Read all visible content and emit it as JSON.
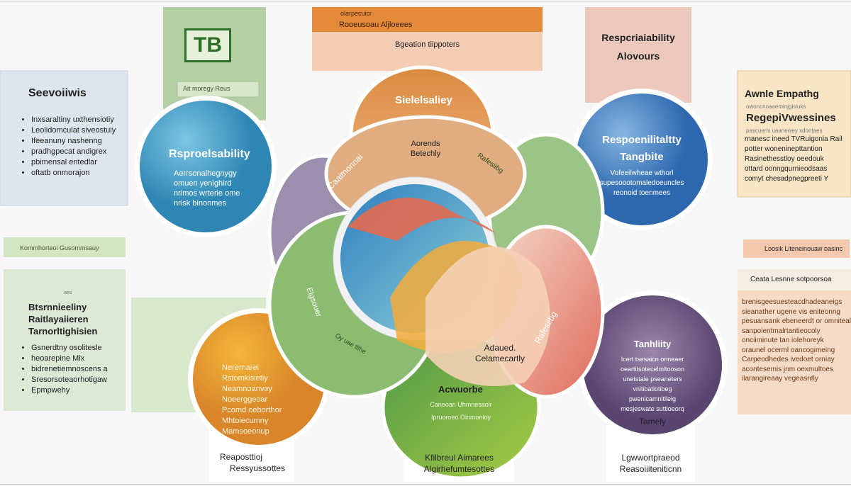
{
  "top_left_panel": {
    "logo_text": "TB",
    "label": "Ait moregy Reus"
  },
  "left_box": {
    "title": "Seevoiiwis",
    "items": [
      "Inxsaraltiny uxthensiotiy",
      "Leolidomculat siveostuiy",
      "Ifeeanuny nashenng",
      "pradhgpecat andigrex",
      "pbimensal entedlar",
      "oftatb onmorajon"
    ]
  },
  "blue_circle_left": {
    "title": "Rsproelsability",
    "lines": [
      "Aerrsonalhegnygy",
      "omuen yenighird",
      "nrimos wrterie ome",
      "nrisk binonmes"
    ]
  },
  "top_center_panel": {
    "line1": "olarpecuicr",
    "line2": "Rooeusoau Aljloeees",
    "line3": "Bgeation tiippoters"
  },
  "top_right_panel": {
    "title_line1": "Respcriaiability",
    "title_line2": "Alovours"
  },
  "blue_circle_right": {
    "title_line1": "Respoenilitaltty",
    "title_line2": "Tangbite",
    "lines": [
      "Vofeeilwheae wthorl",
      "supesoootomaledoeuncles",
      "reonoid toenmees"
    ]
  },
  "right_box": {
    "title": "Awnle Empathg",
    "subtitle": "owoncnoaaeminjgisiuks",
    "heading": "RegepiVwessines",
    "note": "pascueris uaanewey xdontaes",
    "items": [
      "rnanesc ineed TVRuigonia Rail",
      "potter woneninepttantion",
      "Rasinethesstloy oeedouk",
      "ottard oonngqurnieodsaas",
      "comyt chesadpnegpreeti Y"
    ]
  },
  "left_label": "Kommhorteoi Gusommsauy",
  "right_label": "Loosik Liteneinouaw oasinc",
  "left_lower_box": {
    "caption": "aes",
    "title_lines": [
      "Btsrnnieeliny",
      "Raitlayaiieren",
      "Tarnorltighisien"
    ],
    "items": [
      "Gsnerdtny osolitesle",
      "heoarepine Mix",
      "bidrenetiemnoscens a",
      "Sresorsoteaorhotigaw",
      "Epmpwehy"
    ]
  },
  "orange_circle": {
    "lines": [
      "Nerernarei",
      "Rstomkisietiy",
      "Neamnoanvey",
      "Noeerggeoar",
      "Pcomd oeborthor",
      "Mhtoiecumny",
      "Mamsoeonup"
    ]
  },
  "center_diagram": {
    "top_petal_title": "Sielelsaliey",
    "top_inner_label_line1": "Aorends",
    "top_inner_label_line2": "Betechly",
    "left_petal_label": "Caaitnonnai",
    "right_petal_label": "Rafesiibg",
    "left_lower_label": "Elgsouer",
    "bottom_inner_label": "Oy uae tlthe",
    "right_inner_label_line1": "Adaued.",
    "right_inner_label_line2": "Celamecartly",
    "bottom_petal_title": "Acwuorbe",
    "bottom_petal_lines": [
      "Caneoan Uhmnesaoir",
      "Ipruoroeo Oinmonioy"
    ]
  },
  "purple_circle": {
    "title": "Tanhliity",
    "lines": [
      "Icert tsesaicn onneaer",
      "oeartitsotecelmltooson",
      "unetstaie pseaneters",
      "vnitioatiotioeg",
      "pwenicamnitileig",
      "mesjeswate suttioeorq"
    ],
    "footer": "Tamely"
  },
  "right_lower_box": {
    "header": "Ceata Lesnne sotpoorsoa",
    "lines": [
      "brenisgeesuesteacdhadeaneigs",
      "sieanather ugene vis eniteonng",
      "pesuansank ebeneerdt or omniteal",
      "sanpoientmalrtantieocoly",
      "onciiminute tan iolehoreyk",
      "oraunel ocerml oancogimeing",
      "Carpeodhedes ivedoet orniay",
      "acontesemis jnm oexmultoes",
      "ilarangireaay vegeasntly"
    ]
  },
  "bottom_labels": [
    {
      "line1": "Reaposttioj",
      "line2": "Ressyussottes"
    },
    {
      "line1": "Kfilbreul Aimarees",
      "line2": "Algirhefumtesottes"
    },
    {
      "line1": "Lgwwortpraeod",
      "line2": "Reasoiiiteniticnn"
    }
  ],
  "colors": {
    "blue_left": "#3c9dc6",
    "blue_right": "#3f7ec2",
    "orange": "#e0903a",
    "green": "#7db048",
    "purple": "#6e5a84",
    "red": "#e07060",
    "peach": "#f2c4a6"
  }
}
